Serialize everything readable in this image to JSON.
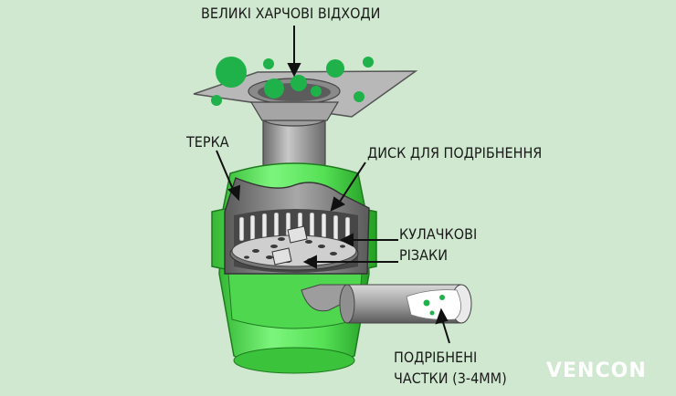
{
  "labels": {
    "top": "ВЕЛИКІ ХАРЧОВІ ВІДХОДИ",
    "grater": "ТЕРКА",
    "disc": "ДИСК ДЛЯ ПОДРІБНЕННЯ",
    "cutters_line1": "КУЛАЧКОВІ",
    "cutters_line2": "РІЗАКИ",
    "particles_line1": "ПОДРІБНЕНІ",
    "particles_line2": "ЧАСТКИ (3-4ММ)"
  },
  "brand": {
    "text": "VENCON"
  },
  "colors": {
    "background": "#cfe8cf",
    "body_green": "#5ee65e",
    "body_green_dark": "#2fae2f",
    "waste_green": "#1fb24a",
    "metal": "#b3b3b3",
    "metal_dark": "#6f6f6f",
    "brand": "#ffffff"
  }
}
